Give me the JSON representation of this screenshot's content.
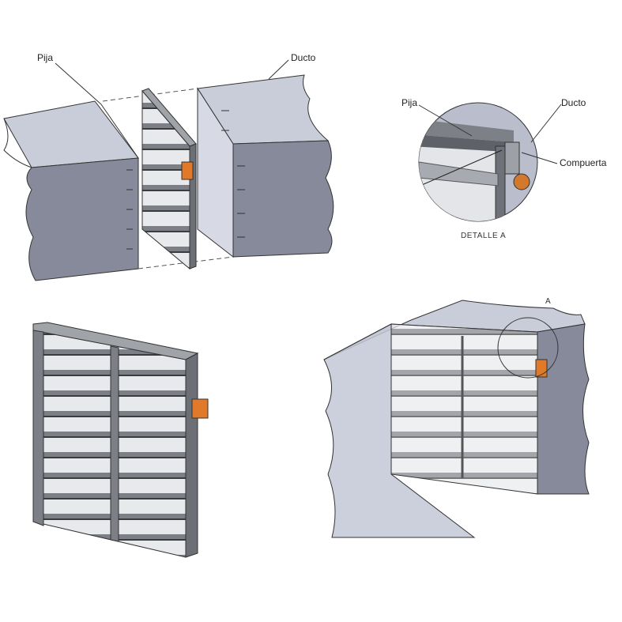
{
  "exploded_view": {
    "label_screw": "Pija",
    "label_duct": "Ducto"
  },
  "detail_view": {
    "label_screw": "Pija",
    "label_duct": "Ducto",
    "label_damper": "Compuerta",
    "caption": "DETALLE A"
  },
  "assembled_view": {
    "detail_marker": "A"
  },
  "colors": {
    "duct_top": "#c9cdda",
    "duct_front": "#868a9a",
    "frame": "#8c8f95",
    "actuator": "#e07a2a"
  }
}
